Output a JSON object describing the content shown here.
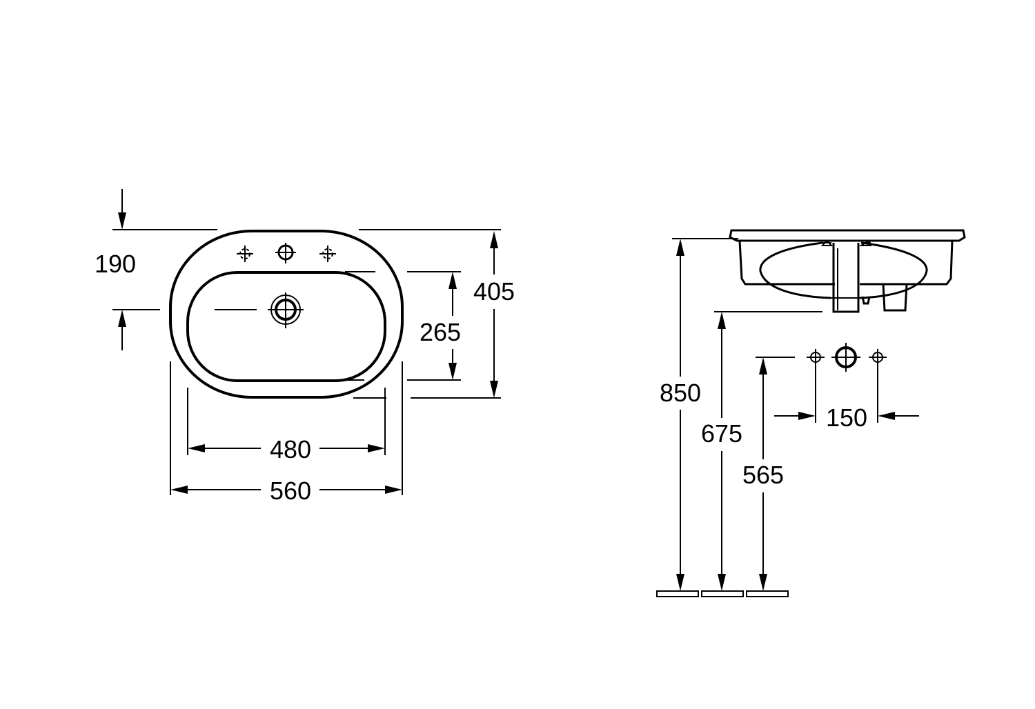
{
  "drawing": {
    "top_view": {
      "dim_tap_offset": "190",
      "dim_overall_depth": "405",
      "dim_bowl_depth": "265",
      "dim_bowl_width": "480",
      "dim_overall_width": "560"
    },
    "side_view": {
      "dim_rim_height": "850",
      "dim_bottom_height": "675",
      "dim_tap_height": "565",
      "dim_tap_spacing": "150"
    }
  }
}
